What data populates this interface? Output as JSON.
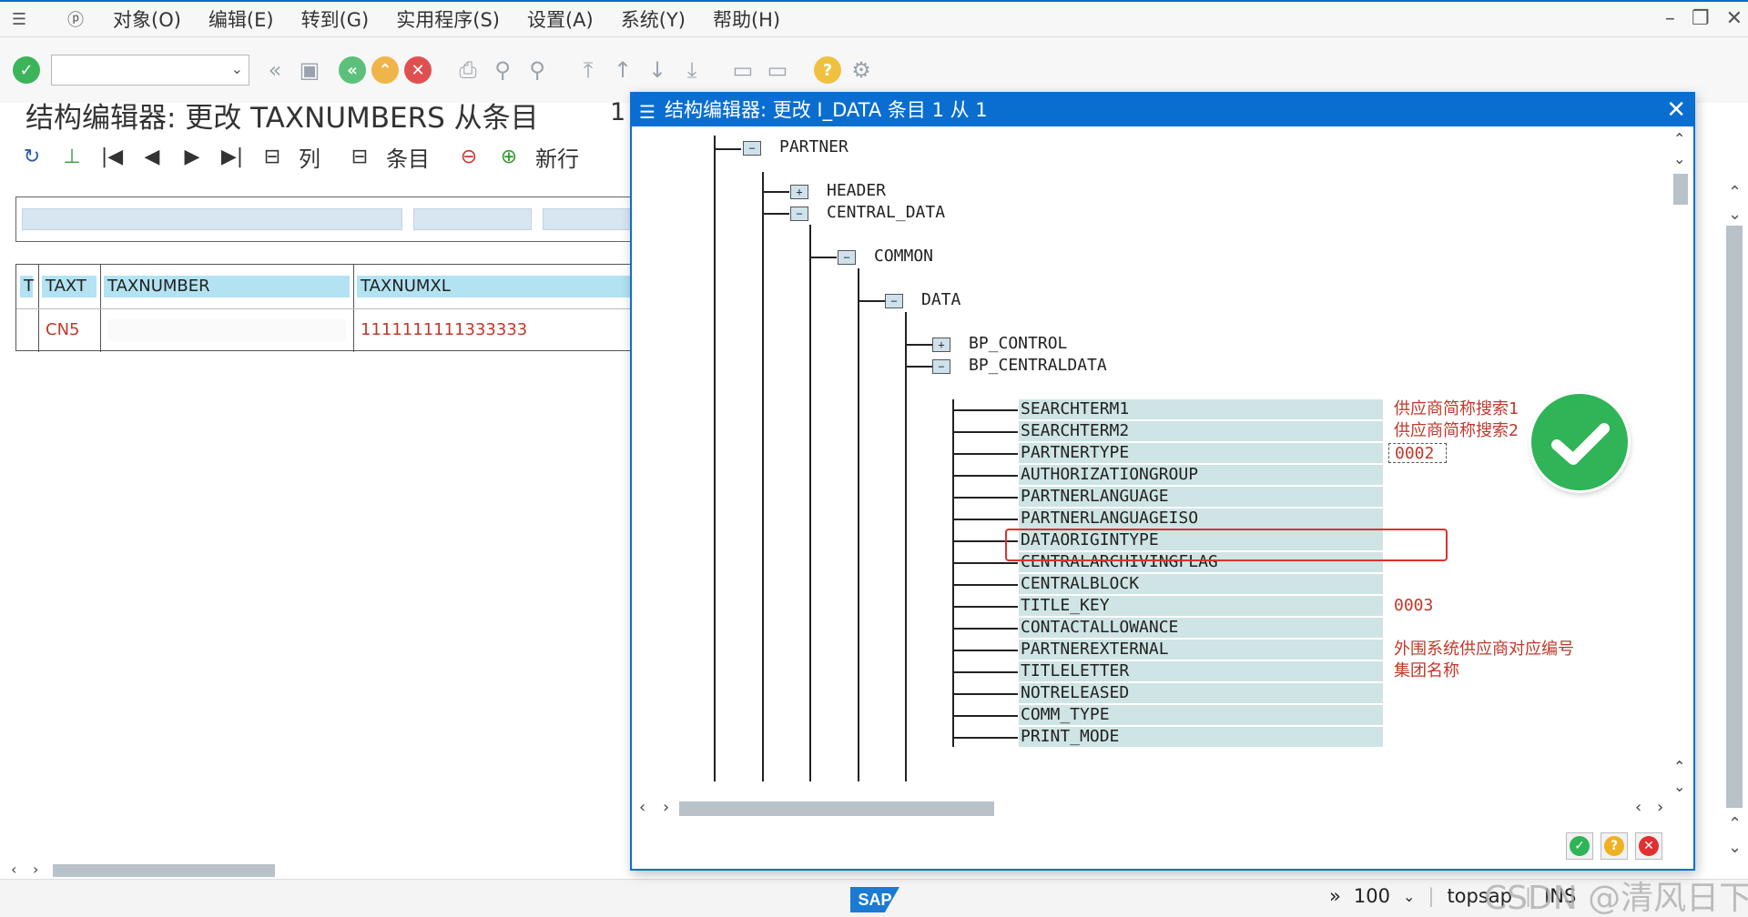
{
  "menu": {
    "items": [
      "对象(O)",
      "编辑(E)",
      "转到(G)",
      "实用程序(S)",
      "设置(A)",
      "系统(Y)",
      "帮助(H)"
    ]
  },
  "toolbar": {
    "command_value": "",
    "icons": [
      "enter-check",
      "command-dropdown",
      "back-double",
      "save",
      "back",
      "exit",
      "cancel",
      "print",
      "find",
      "find-next",
      "first-page",
      "prev-page",
      "next-page",
      "last-page",
      "new-session",
      "shortcut",
      "help",
      "customize"
    ]
  },
  "background": {
    "title": "结构编辑器: 更改 TAXNUMBERS 从条目",
    "counter": "1",
    "app_toolbar": {
      "col_label": "列",
      "entry_label": "条目",
      "newline_label": "新行"
    },
    "table": {
      "headers": [
        "T",
        "TAXT",
        "TAXNUMBER",
        "TAXNUMXL"
      ],
      "row": {
        "taxt": "CN5",
        "taxnumber": "",
        "taxnumxl": "1111111111333333"
      }
    }
  },
  "dialog": {
    "title": "结构编辑器: 更改 I_DATA 条目 1 从 1",
    "tree": {
      "partner": "PARTNER",
      "header": "HEADER",
      "central_data": "CENTRAL_DATA",
      "common": "COMMON",
      "data": "DATA",
      "bp_control": "BP_CONTROL",
      "bp_centraldata": "BP_CENTRALDATA"
    },
    "fields": [
      {
        "name": "SEARCHTERM1",
        "value": "供应商简称搜索1"
      },
      {
        "name": "SEARCHTERM2",
        "value": "供应商简称搜索2"
      },
      {
        "name": "PARTNERTYPE",
        "value": "0002"
      },
      {
        "name": "AUTHORIZATIONGROUP",
        "value": ""
      },
      {
        "name": "PARTNERLANGUAGE",
        "value": ""
      },
      {
        "name": "PARTNERLANGUAGEISO",
        "value": ""
      },
      {
        "name": "DATAORIGINTYPE",
        "value": ""
      },
      {
        "name": "CENTRALARCHIVINGFLAG",
        "value": ""
      },
      {
        "name": "CENTRALBLOCK",
        "value": ""
      },
      {
        "name": "TITLE_KEY",
        "value": "0003"
      },
      {
        "name": "CONTACTALLOWANCE",
        "value": ""
      },
      {
        "name": "PARTNEREXTERNAL",
        "value": "外围系统供应商对应编号"
      },
      {
        "name": "TITLELETTER",
        "value": "集团名称"
      },
      {
        "name": "NOTRELEASED",
        "value": ""
      },
      {
        "name": "COMM_TYPE",
        "value": ""
      },
      {
        "name": "PRINT_MODE",
        "value": ""
      }
    ],
    "highlighted_field": "PARTNERTYPE"
  },
  "status": {
    "zoom": "100",
    "server": "topsap",
    "mode": "INS",
    "logo": "SAP"
  },
  "watermark": "CSDN @清风日下",
  "colors": {
    "accent": "#0a6ed1",
    "field_bg": "#cfe4e4",
    "value_text": "#c0392b",
    "highlight": "#e03030",
    "check": "#2fb457"
  }
}
